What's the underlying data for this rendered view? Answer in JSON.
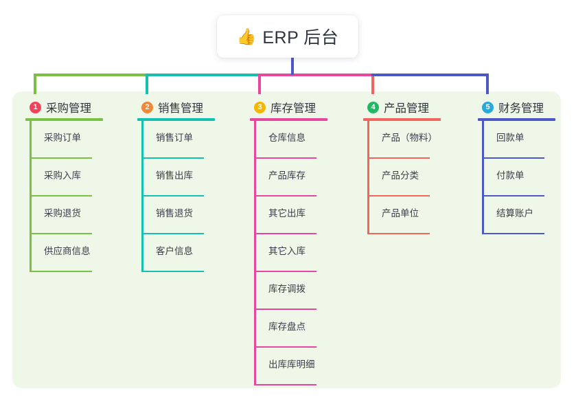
{
  "root": {
    "icon": "thumbs-up-emoji",
    "icon_glyph": "👍",
    "label": "ERP 后台"
  },
  "panel": {
    "background": "#eef7e8"
  },
  "colors": {
    "root_stem": "#4d58c8",
    "branch1_line": "#7ac143",
    "branch2_line": "#16c0b0",
    "branch3_line": "#e8479f",
    "branch4_line": "#f4645f",
    "branch5_line": "#4d58c8",
    "badge1": "#f2425a",
    "badge2": "#f58634",
    "badge3": "#f7b500",
    "badge4": "#21b864",
    "badge5": "#26a9e0"
  },
  "branches": [
    {
      "number": "1",
      "title": "采购管理",
      "line_color": "#7ac143",
      "badge_color": "#f2425a",
      "children": [
        {
          "label": "采购订单"
        },
        {
          "label": "采购入库"
        },
        {
          "label": "采购退货"
        },
        {
          "label": "供应商信息"
        }
      ]
    },
    {
      "number": "2",
      "title": "销售管理",
      "line_color": "#16c0b0",
      "badge_color": "#f58634",
      "children": [
        {
          "label": "销售订单"
        },
        {
          "label": "销售出库"
        },
        {
          "label": "销售退货"
        },
        {
          "label": "客户信息"
        }
      ]
    },
    {
      "number": "3",
      "title": "库存管理",
      "line_color": "#e8479f",
      "badge_color": "#f7b500",
      "children": [
        {
          "label": "仓库信息"
        },
        {
          "label": "产品库存"
        },
        {
          "label": "其它出库"
        },
        {
          "label": "其它入库"
        },
        {
          "label": "库存调拨"
        },
        {
          "label": "库存盘点"
        },
        {
          "label": "出库库明细"
        }
      ]
    },
    {
      "number": "4",
      "title": "产品管理",
      "line_color": "#f4645f",
      "badge_color": "#21b864",
      "children": [
        {
          "label": "产品（物料）"
        },
        {
          "label": "产品分类"
        },
        {
          "label": "产品单位"
        }
      ]
    },
    {
      "number": "5",
      "title": "财务管理",
      "line_color": "#4d58c8",
      "badge_color": "#26a9e0",
      "children": [
        {
          "label": "回款单"
        },
        {
          "label": "付款单"
        },
        {
          "label": "结算账户"
        }
      ]
    }
  ]
}
